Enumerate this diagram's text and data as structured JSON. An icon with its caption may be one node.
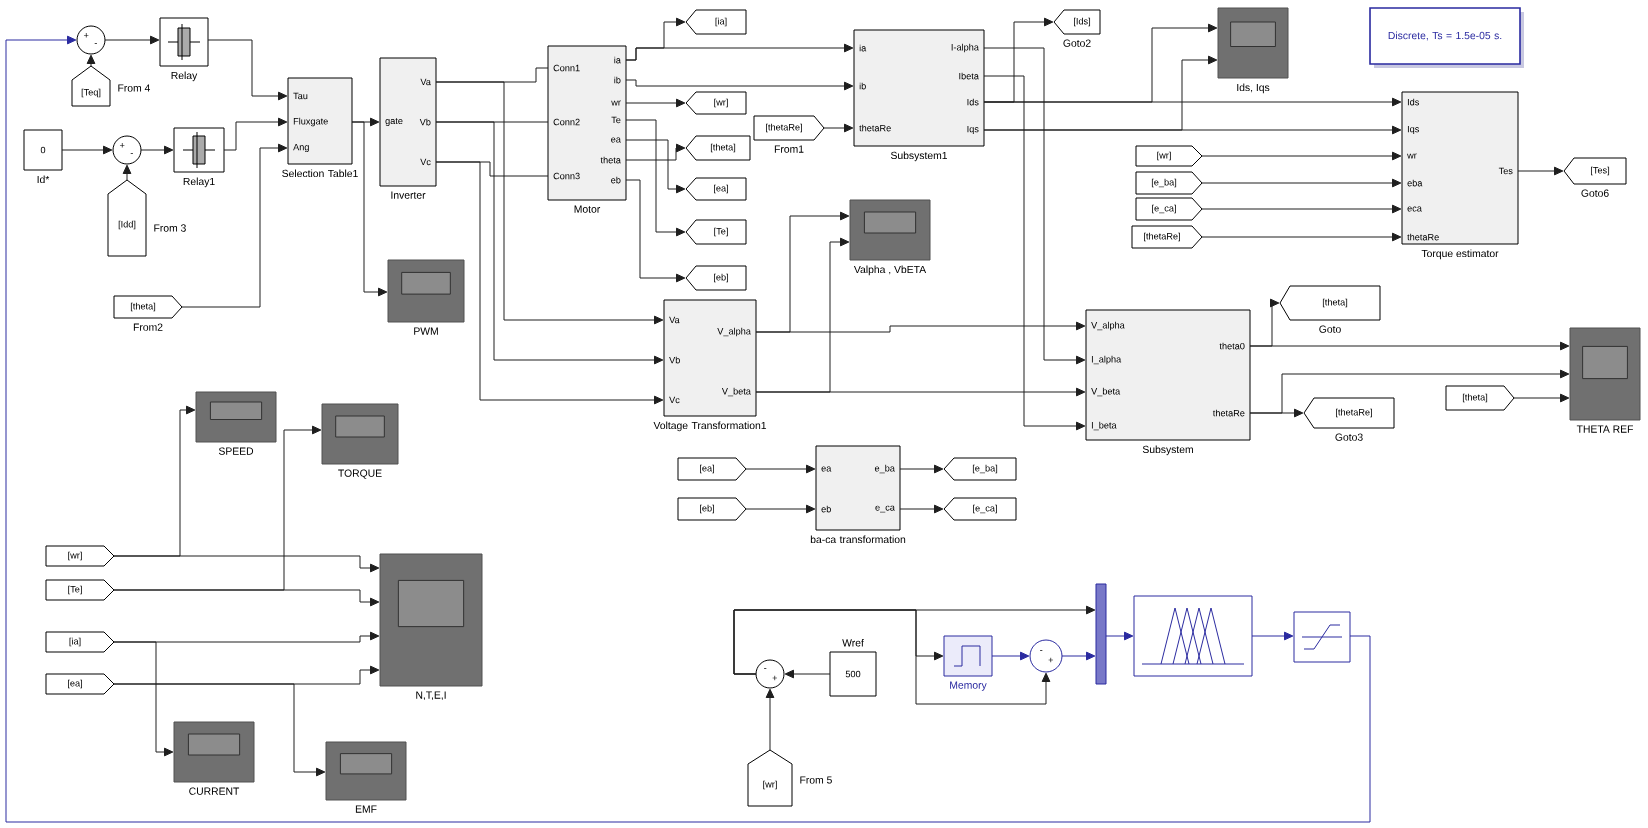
{
  "diagram": {
    "nodes": [
      {
        "text": [
          "+",
          "-"
        ]
      },
      {
        "text": [],
        "shape": "box",
        "beside": [
          "Relay"
        ]
      },
      {
        "text": [
          "[Teq]"
        ],
        "beside": [
          "From 4"
        ]
      },
      {
        "text": [
          "0"
        ],
        "beside": [
          "Id*"
        ]
      },
      {
        "text": [
          "+",
          "-"
        ]
      },
      {
        "text": [],
        "shape": "box",
        "beside": [
          "Relay1"
        ]
      },
      {
        "text": [
          "[Idd]"
        ],
        "beside": [
          "From 3"
        ]
      },
      {
        "text": [
          "Tau",
          "Fluxgate",
          "Ang"
        ],
        "beside": [
          "Selection Table1"
        ]
      },
      {
        "text": [
          "Va",
          "gate",
          "Vb",
          "Vc"
        ],
        "beside": [
          "Inverter"
        ]
      },
      {
        "text": [
          "[theta]"
        ],
        "beside": [
          "From2"
        ]
      },
      {
        "text": [],
        "shape": "box",
        "beside": [
          "PWM"
        ]
      },
      {
        "text": [
          "Conn1",
          "Conn2",
          "Conn3",
          "ia",
          "ib",
          "wr",
          "Te",
          "ea",
          "theta",
          "eb"
        ],
        "beside": [
          "Motor"
        ]
      },
      {
        "text": [
          "[ia]"
        ]
      },
      {
        "text": [
          "[wr]"
        ]
      },
      {
        "text": [
          "[theta]"
        ]
      },
      {
        "text": [
          "[ea]"
        ]
      },
      {
        "text": [
          "[Te]"
        ]
      },
      {
        "text": [
          "[eb]"
        ]
      },
      {
        "text": [
          "ia",
          "ib",
          "thetaRe",
          "I-alpha",
          "Ibeta",
          "Ids",
          "Iqs"
        ],
        "beside": [
          "Subsystem1"
        ]
      },
      {
        "text": [
          "[thetaRe]"
        ],
        "beside": [
          "From1"
        ]
      },
      {
        "text": [
          "[Ids]"
        ],
        "beside": [
          "Goto2"
        ]
      },
      {
        "text": [],
        "shape": "box",
        "beside": [
          "Valpha , VbETA"
        ]
      },
      {
        "text": [
          "Va",
          "Vb",
          "Vc",
          "V_alpha",
          "V_beta"
        ],
        "beside": [
          "Voltage Transformation1"
        ]
      },
      {
        "text": [
          "ea",
          "eb",
          "e_ba",
          "e_ca"
        ],
        "beside": [
          "ba-ca transformation"
        ]
      },
      {
        "text": [
          "[ea]"
        ]
      },
      {
        "text": [
          "[eb]"
        ]
      },
      {
        "text": [
          "[e_ba]"
        ]
      },
      {
        "text": [
          "[e_ca]"
        ]
      },
      {
        "text": [],
        "shape": "box",
        "beside": [
          "Ids, Iqs"
        ]
      },
      {
        "text": [
          "Discrete, Ts = 1.5e-05 s."
        ]
      },
      {
        "text": [
          "Ids",
          "Iqs",
          "wr",
          "eba",
          "eca",
          "thetaRe",
          "Tes"
        ],
        "beside": [
          "Torque estimator"
        ]
      },
      {
        "text": [
          "[wr]"
        ]
      },
      {
        "text": [
          "[e_ba]"
        ]
      },
      {
        "text": [
          "[e_ca]"
        ]
      },
      {
        "text": [
          "[thetaRe]"
        ]
      },
      {
        "text": [
          "[Tes]"
        ],
        "beside": [
          "Goto6"
        ]
      },
      {
        "text": [
          "V_alpha",
          "I_alpha",
          "V_beta",
          "I_beta",
          "theta0",
          "thetaRe"
        ],
        "beside": [
          "Subsystem"
        ]
      },
      {
        "text": [
          "[theta]"
        ],
        "beside": [
          "Goto"
        ]
      },
      {
        "text": [
          "[thetaRe]"
        ],
        "beside": [
          "Goto3"
        ]
      },
      {
        "text": [
          "[theta]"
        ]
      },
      {
        "text": [],
        "shape": "box",
        "beside": [
          "THETA REF"
        ]
      },
      {
        "text": [],
        "shape": "box",
        "beside": [
          "SPEED"
        ]
      },
      {
        "text": [],
        "shape": "box",
        "beside": [
          "TORQUE"
        ]
      },
      {
        "text": [
          "[wr]"
        ]
      },
      {
        "text": [
          "[Te]"
        ]
      },
      {
        "text": [
          "[ia]"
        ]
      },
      {
        "text": [
          "[ea]"
        ]
      },
      {
        "text": [],
        "shape": "box",
        "beside": [
          "N,T,E,I"
        ]
      },
      {
        "text": [],
        "shape": "box",
        "beside": [
          "CURRENT"
        ]
      },
      {
        "text": [],
        "shape": "box",
        "beside": [
          "EMF"
        ]
      },
      {
        "text": [
          "-",
          "+"
        ]
      },
      {
        "text": [
          "500"
        ],
        "beside": [
          "Wref"
        ]
      },
      {
        "text": [
          "[wr]"
        ],
        "beside": [
          "From 5"
        ]
      },
      {
        "text": [],
        "shape": "box",
        "beside": [
          "Memory"
        ]
      },
      {
        "text": [
          "-",
          "+"
        ]
      },
      {
        "text": [],
        "shape": "bar"
      },
      {
        "text": [],
        "shape": "box"
      },
      {
        "text": [],
        "shape": "box"
      }
    ],
    "edges": [
      {
        "from": 0,
        "to": 1,
        "arrow": "to"
      },
      {
        "from": 2,
        "to": 0,
        "arrow": "to"
      },
      {
        "from": 57,
        "to": 0,
        "arrow": "to",
        "color": "#2a2aa0"
      },
      {
        "from": 1,
        "to": 7,
        "arrow": "to"
      },
      {
        "from": 3,
        "to": 4,
        "arrow": "to"
      },
      {
        "from": 6,
        "to": 4,
        "arrow": "to"
      },
      {
        "from": 4,
        "to": 5,
        "arrow": "to"
      },
      {
        "from": 5,
        "to": 7,
        "arrow": "to"
      },
      {
        "from": 9,
        "to": 7,
        "arrow": "to"
      },
      {
        "from": 7,
        "to": 8,
        "arrow": "to"
      },
      {
        "from": 7,
        "to": 10,
        "arrow": "to"
      },
      {
        "from": 8,
        "to": 11,
        "arrow": "none"
      },
      {
        "from": 8,
        "to": 11,
        "arrow": "none"
      },
      {
        "from": 8,
        "to": 11,
        "arrow": "none"
      },
      {
        "from": 8,
        "to": 22,
        "arrow": "to"
      },
      {
        "from": 8,
        "to": 22,
        "arrow": "to"
      },
      {
        "from": 8,
        "to": 22,
        "arrow": "to"
      },
      {
        "from": 11,
        "to": 12,
        "arrow": "to"
      },
      {
        "from": 11,
        "to": 18,
        "arrow": "to"
      },
      {
        "from": 11,
        "to": 18,
        "arrow": "to"
      },
      {
        "from": 11,
        "to": 13,
        "arrow": "to"
      },
      {
        "from": 11,
        "to": 14,
        "arrow": "to"
      },
      {
        "from": 11,
        "to": 15,
        "arrow": "to"
      },
      {
        "from": 11,
        "to": 16,
        "arrow": "to"
      },
      {
        "from": 11,
        "to": 17,
        "arrow": "to"
      },
      {
        "from": 19,
        "to": 18,
        "arrow": "to"
      },
      {
        "from": 18,
        "to": 20,
        "arrow": "to"
      },
      {
        "from": 18,
        "to": 30,
        "arrow": "to"
      },
      {
        "from": 18,
        "to": 30,
        "arrow": "to"
      },
      {
        "from": 18,
        "to": 28,
        "arrow": "to"
      },
      {
        "from": 18,
        "to": 28,
        "arrow": "to"
      },
      {
        "from": 18,
        "to": 36,
        "arrow": "to"
      },
      {
        "from": 18,
        "to": 36,
        "arrow": "to"
      },
      {
        "from": 31,
        "to": 30,
        "arrow": "to"
      },
      {
        "from": 32,
        "to": 30,
        "arrow": "to"
      },
      {
        "from": 33,
        "to": 30,
        "arrow": "to"
      },
      {
        "from": 34,
        "to": 30,
        "arrow": "to"
      },
      {
        "from": 30,
        "to": 35,
        "arrow": "to"
      },
      {
        "from": 22,
        "to": 36,
        "arrow": "to"
      },
      {
        "from": 22,
        "to": 36,
        "arrow": "to"
      },
      {
        "from": 22,
        "to": 21,
        "arrow": "to"
      },
      {
        "from": 22,
        "to": 21,
        "arrow": "to"
      },
      {
        "from": 36,
        "to": 37,
        "arrow": "to"
      },
      {
        "from": 36,
        "to": 40,
        "arrow": "to"
      },
      {
        "from": 36,
        "to": 38,
        "arrow": "to"
      },
      {
        "from": 36,
        "to": 40,
        "arrow": "to"
      },
      {
        "from": 39,
        "to": 40,
        "arrow": "to"
      },
      {
        "from": 24,
        "to": 23,
        "arrow": "to"
      },
      {
        "from": 25,
        "to": 23,
        "arrow": "to"
      },
      {
        "from": 23,
        "to": 26,
        "arrow": "to"
      },
      {
        "from": 23,
        "to": 27,
        "arrow": "to"
      },
      {
        "from": 43,
        "to": 47,
        "arrow": "to"
      },
      {
        "from": 43,
        "to": 41,
        "arrow": "to"
      },
      {
        "from": 44,
        "to": 47,
        "arrow": "to"
      },
      {
        "from": 44,
        "to": 42,
        "arrow": "to"
      },
      {
        "from": 45,
        "to": 47,
        "arrow": "to"
      },
      {
        "from": 45,
        "to": 48,
        "arrow": "to"
      },
      {
        "from": 46,
        "to": 47,
        "arrow": "to"
      },
      {
        "from": 46,
        "to": 49,
        "arrow": "to"
      },
      {
        "from": 51,
        "to": 50,
        "arrow": "to"
      },
      {
        "from": 52,
        "to": 50,
        "arrow": "to"
      },
      {
        "from": 50,
        "to": 55,
        "arrow": "to"
      },
      {
        "from": 50,
        "to": 53,
        "arrow": "to"
      },
      {
        "from": 50,
        "to": 54,
        "arrow": "to"
      },
      {
        "from": 53,
        "to": 54,
        "arrow": "to",
        "color": "#2a2aa0"
      },
      {
        "from": 54,
        "to": 55,
        "arrow": "to",
        "color": "#2a2aa0"
      },
      {
        "from": 55,
        "to": 56,
        "arrow": "to",
        "color": "#2a2aa0"
      },
      {
        "from": 56,
        "to": 57,
        "arrow": "to",
        "color": "#2a2aa0"
      }
    ]
  }
}
